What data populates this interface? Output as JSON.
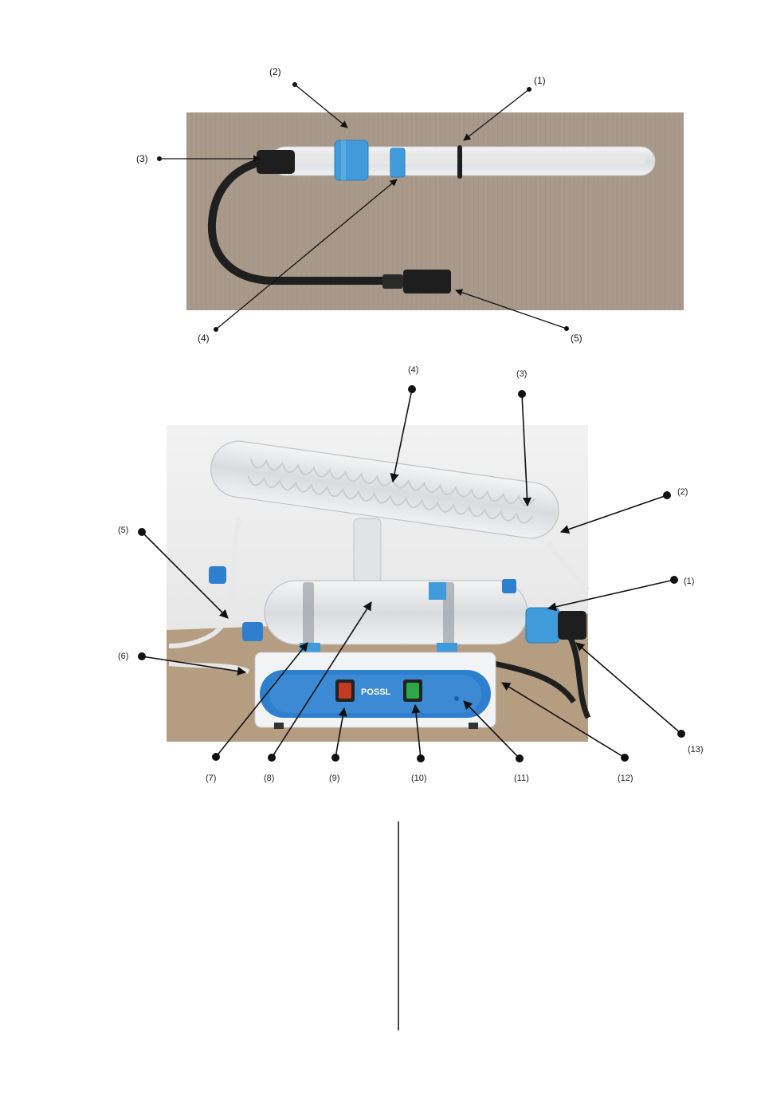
{
  "figure1": {
    "callouts": [
      "(1)",
      "(2)",
      "(3)",
      "(4)",
      "(5)"
    ]
  },
  "figure2": {
    "callouts": [
      "(1)",
      "(2)",
      "(3)",
      "(4)",
      "(5)",
      "(6)",
      "(7)",
      "(8)",
      "(9)",
      "(10)",
      "(11)",
      "(12)",
      "(13)"
    ],
    "panel_text": "POSSL"
  },
  "colors": {
    "cardboard": "#a8998a",
    "accent_blue": "#3f9bd9",
    "base_panel": "#2f7fcf",
    "switch_red": "#c23a22",
    "switch_green": "#2aa84a",
    "cable": "#1f1f1f"
  }
}
